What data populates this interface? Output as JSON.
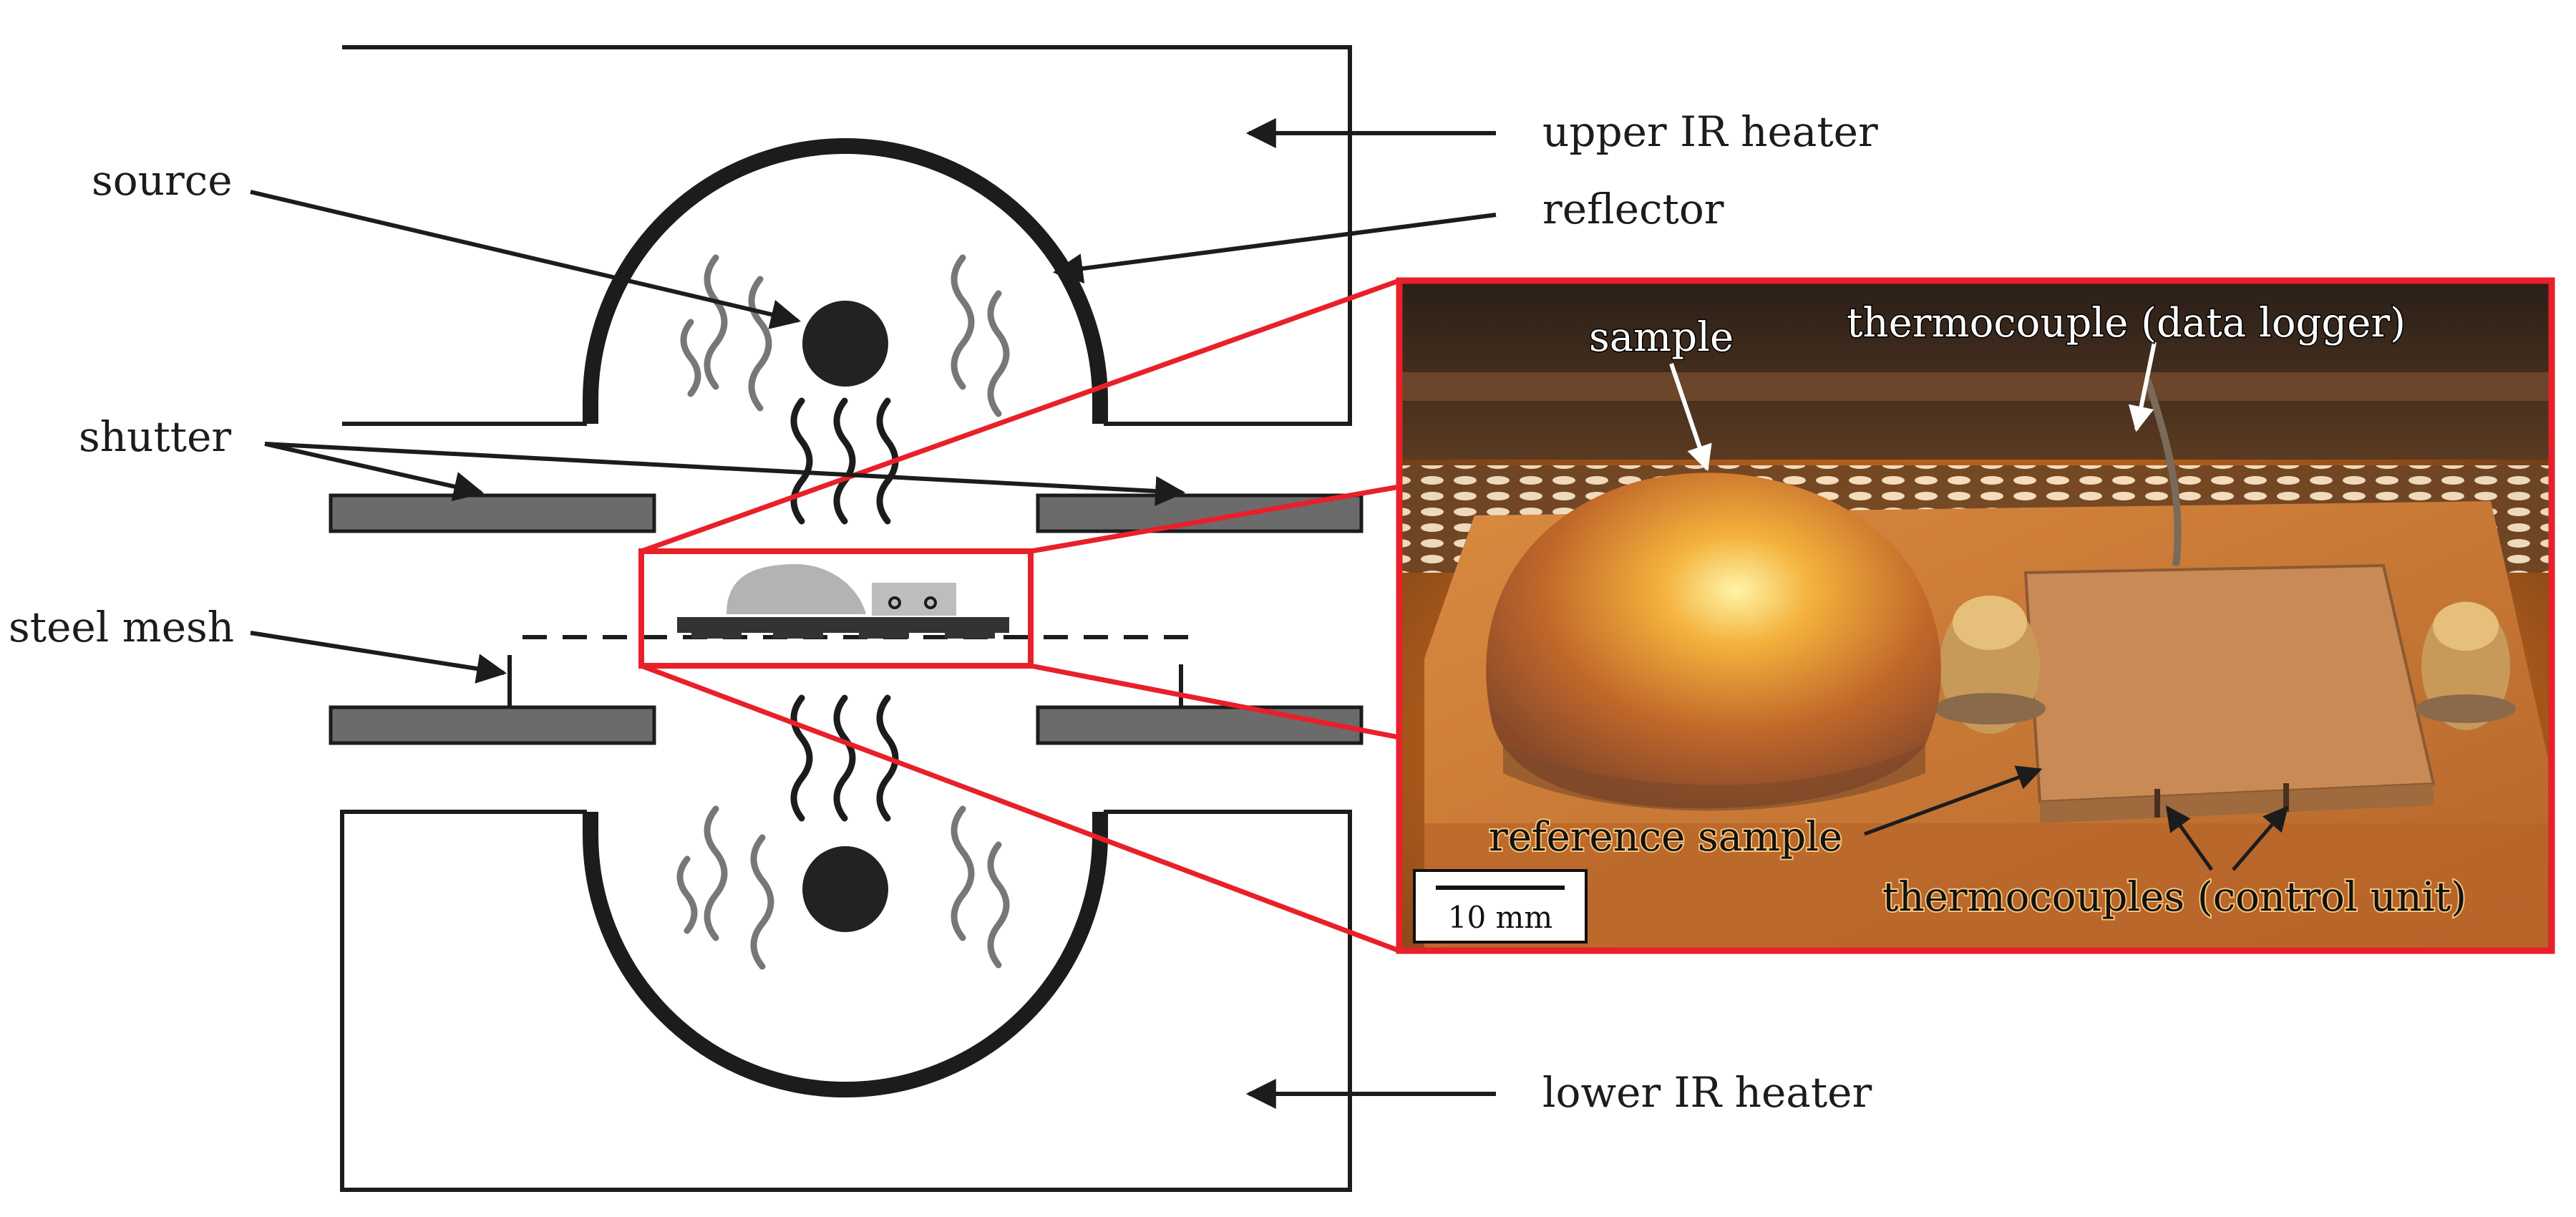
{
  "labels": {
    "upper_heater": "upper IR heater",
    "reflector": "reflector",
    "source": "source",
    "shutter": "shutter",
    "steel_mesh": "steel mesh",
    "lower_heater": "lower IR heater"
  },
  "photo": {
    "sample": "sample",
    "thermocouple_logger": "thermocouple (data logger)",
    "reference_sample": "reference sample",
    "thermocouples_control": "thermocouples (control unit)",
    "scale_bar": "10 mm"
  },
  "colors": {
    "outline": "#1c1c1c",
    "shutter_fill": "#6b6b6b",
    "highlight": "#e8202a",
    "photo_warm": "#c8721e"
  }
}
